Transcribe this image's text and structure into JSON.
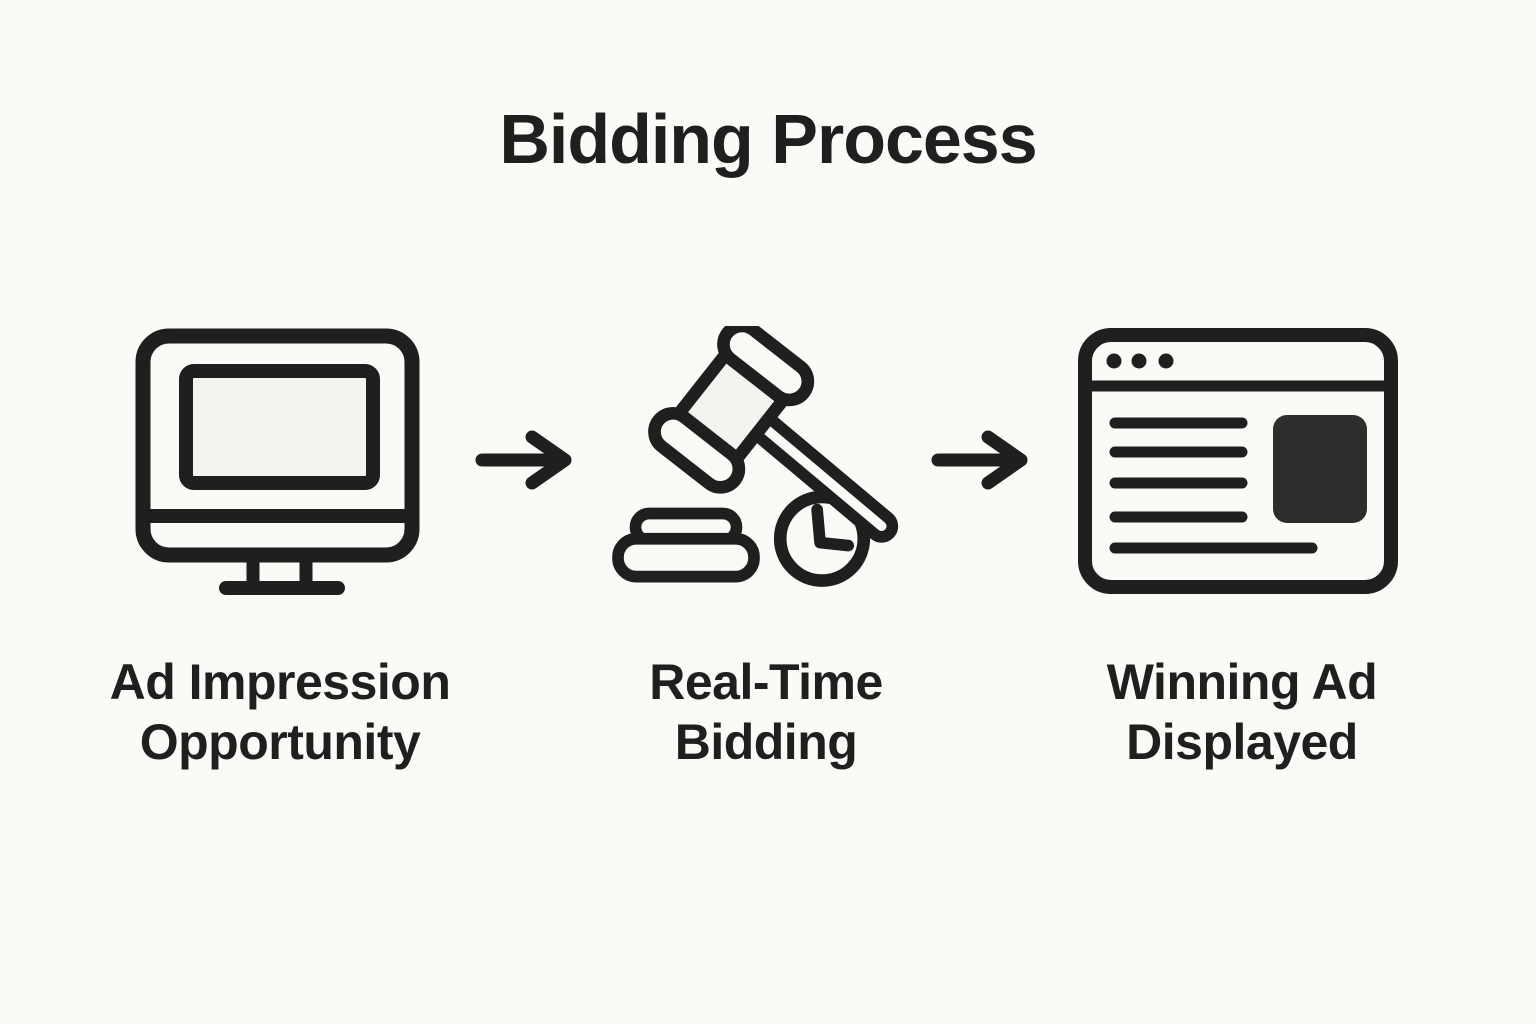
{
  "title": "Bidding Process",
  "colors": {
    "background": "#fbfaf7",
    "ink": "#1f1f1f",
    "panel_fill": "#f3f3f0",
    "ad_fill": "#2e2e2e"
  },
  "steps": [
    {
      "id": "ad-impression-opportunity",
      "icon": "monitor-icon",
      "label_line1": "Ad Impression",
      "label_line2": "Opportunity"
    },
    {
      "id": "real-time-bidding",
      "icon": "gavel-clock-icon",
      "label_line1": "Real-Time",
      "label_line2": "Bidding"
    },
    {
      "id": "winning-ad-displayed",
      "icon": "browser-ad-icon",
      "label_line1": "Winning Ad",
      "label_line2": "Displayed"
    }
  ],
  "connectors": [
    {
      "icon": "arrow-right-icon"
    },
    {
      "icon": "arrow-right-icon"
    }
  ]
}
